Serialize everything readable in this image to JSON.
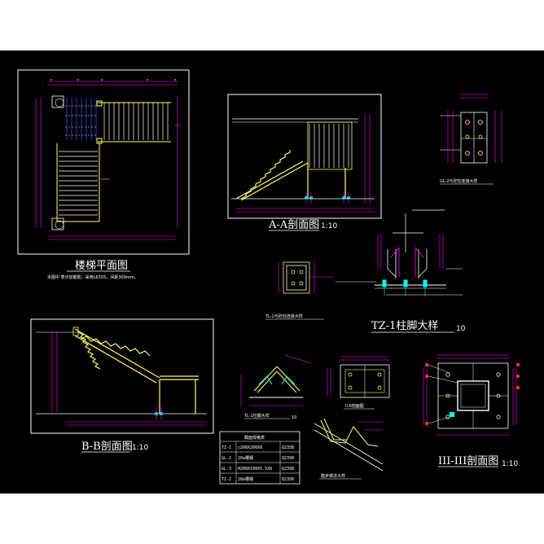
{
  "colors": {
    "background": "#000000",
    "frame": "#ffffff",
    "dimension": "#ff00ff",
    "structure": "#ffff66",
    "bolt": "#00ffff",
    "grating": "#3344ff",
    "note_red": "#ff3333"
  },
  "labels": {
    "plan_title": "楼梯平面图",
    "plan_note": "本图中      表示加筋肋，采用L63X5，间距300mm。",
    "aa_title": "A-A剖面图",
    "aa_scale": "1:10",
    "gl2_title": "GL-2与砼柱连接大样",
    "tl1_title": "TL-1与砼柱连接大样",
    "tz1_title": "TZ-1柱脚大样",
    "tz1_scale": "10",
    "bb_title": "B-B剖面图",
    "bb_scale": "1:10",
    "tl1_foot_title": "TL-1柱脚大样",
    "tl1_foot_scale": "10",
    "ii_title": "II-II剖面图",
    "step_title": "踏步做法大样",
    "iii_title": "III-III剖面图",
    "iii_scale": "1:10"
  },
  "section_table": {
    "title": "截面规格表",
    "rows": [
      {
        "code": "TZ-1",
        "spec": "□200X200X8",
        "grade": "Q235B"
      },
      {
        "code": "GL-2",
        "spec": "20a槽钢",
        "grade": "Q235B"
      },
      {
        "code": "GL-3",
        "spec": "H200X100X5.5X8",
        "grade": "Q235B"
      },
      {
        "code": "TZ-2",
        "spec": "28a槽钢",
        "grade": "Q235B"
      }
    ]
  }
}
